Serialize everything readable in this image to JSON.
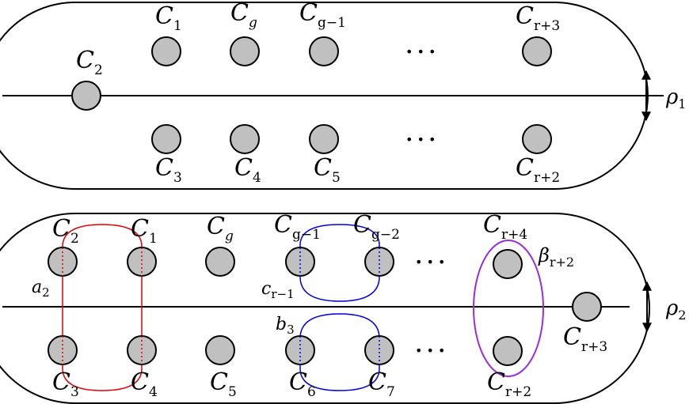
{
  "colors": {
    "outline": "#000000",
    "boundary_fill": "#c0c0c0",
    "red_curve": "#e00000",
    "blue_curve": "#0000e0",
    "purple_curve": "#9a2bd9",
    "background": "#ffffff"
  },
  "top_panel": {
    "boundary_labels": {
      "c1": {
        "main": "C",
        "sub": "1"
      },
      "cg": {
        "main": "C",
        "sub": "g"
      },
      "cg_1": {
        "main": "C",
        "sub": "g−1"
      },
      "cr3": {
        "main": "C",
        "sub": "r+3"
      },
      "c2": {
        "main": "C",
        "sub": "2"
      },
      "c3": {
        "main": "C",
        "sub": "3"
      },
      "c4": {
        "main": "C",
        "sub": "4"
      },
      "c5": {
        "main": "C",
        "sub": "5"
      },
      "cr2": {
        "main": "C",
        "sub": "r+2"
      }
    },
    "ellipsis_top": "• • •",
    "ellipsis_bottom": "• • •",
    "involution": {
      "main": "ρ",
      "sub": "1"
    }
  },
  "bottom_panel": {
    "boundary_labels": {
      "c2": {
        "main": "C",
        "sub": "2"
      },
      "c1": {
        "main": "C",
        "sub": "1"
      },
      "cg": {
        "main": "C",
        "sub": "g"
      },
      "cg_1": {
        "main": "C",
        "sub": "g−1"
      },
      "cg_2": {
        "main": "C",
        "sub": "g−2"
      },
      "cr4": {
        "main": "C",
        "sub": "r+4"
      },
      "c3": {
        "main": "C",
        "sub": "3"
      },
      "c4": {
        "main": "C",
        "sub": "4"
      },
      "c5": {
        "main": "C",
        "sub": "5"
      },
      "c6": {
        "main": "C",
        "sub": "6"
      },
      "c7": {
        "main": "C",
        "sub": "7"
      },
      "cr2": {
        "main": "C",
        "sub": "r+2"
      },
      "cr3": {
        "main": "C",
        "sub": "r+3"
      }
    },
    "curve_labels": {
      "a2": {
        "main": "a",
        "sub": "2"
      },
      "cr_1": {
        "main": "c",
        "sub": "r−1"
      },
      "b3": {
        "main": "b",
        "sub": "3"
      },
      "beta": {
        "main": "β",
        "sub": "r+2"
      }
    },
    "ellipsis_top": "• • •",
    "ellipsis_bottom": "• • •",
    "involution": {
      "main": "ρ",
      "sub": "2"
    }
  }
}
